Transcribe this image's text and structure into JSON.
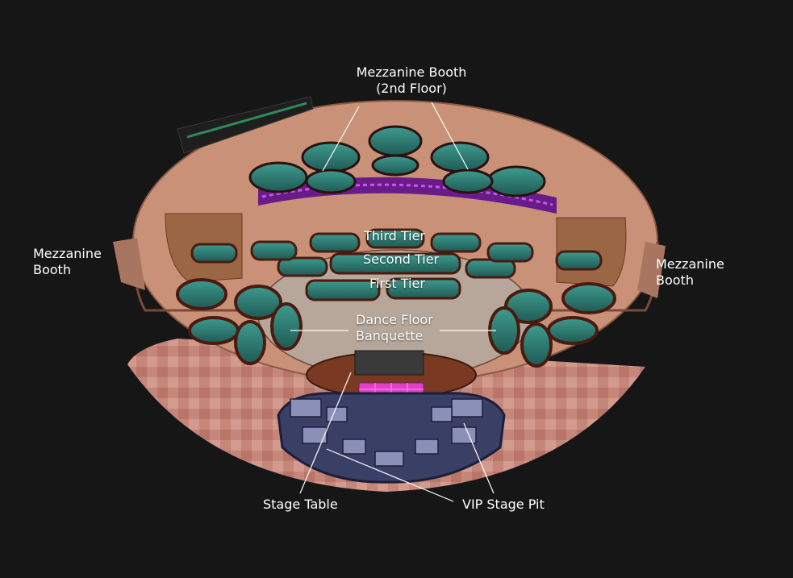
{
  "labels": {
    "mezz_top_line1": "Mezzanine Booth",
    "mezz_top_line2": "(2nd Floor)",
    "mezz_left_line1": "Mezzanine",
    "mezz_left_line2": "Booth",
    "mezz_right_line1": "Mezzanine",
    "mezz_right_line2": "Booth",
    "third_tier": "Third Tier",
    "second_tier": "Second Tier",
    "first_tier": "First Tier",
    "dance_floor_line1": "Dance Floor",
    "dance_floor_line2": "Banquette",
    "stage_table": "Stage Table",
    "vip_stage_pit": "VIP Stage Pit"
  },
  "colors": {
    "background": "#161616",
    "floor": "#c99278",
    "floor_edge": "#8a5a45",
    "booth_seat": "#2f7d74",
    "booth_shell": "#5a1e12",
    "led_purple": "#a02ad0",
    "stage_pink": "#e040c8",
    "vip_seat": "#3a3f66",
    "leader_line": "#ffffff"
  }
}
